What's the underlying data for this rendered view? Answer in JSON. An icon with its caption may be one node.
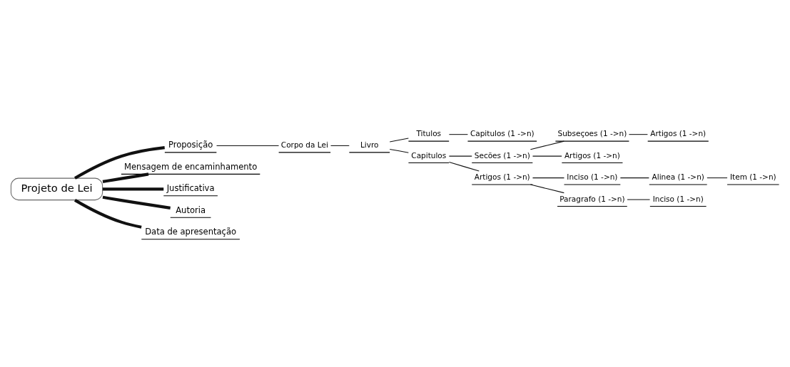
{
  "diagram": {
    "nodes": [
      {
        "text": [
          "Projeto de Lei"
        ]
      },
      {
        "text": [
          "Proposição"
        ]
      },
      {
        "text": [
          "Corpo da Lei"
        ]
      },
      {
        "text": [
          "Livro"
        ]
      },
      {
        "text": [
          "Titulos"
        ]
      },
      {
        "text": [
          "Capitulos (1 ->n)"
        ]
      },
      {
        "text": [
          "Capitulos"
        ]
      },
      {
        "text": [
          "Secões (1 ->n)"
        ]
      },
      {
        "text": [
          "Subseçoes (1 ->n)"
        ]
      },
      {
        "text": [
          "Artigos (1 ->n)"
        ]
      },
      {
        "text": [
          "Artigos (1 ->n)"
        ]
      },
      {
        "text": [
          "Artigos (1 ->n)"
        ]
      },
      {
        "text": [
          "Inciso (1 ->n)"
        ]
      },
      {
        "text": [
          "Alinea (1 ->n)"
        ]
      },
      {
        "text": [
          "Item (1 ->n)"
        ]
      },
      {
        "text": [
          "Paragrafo (1 ->n)"
        ]
      },
      {
        "text": [
          "Inciso (1 ->n)"
        ]
      },
      {
        "text": [
          "Mensagem de encaminhamento"
        ]
      },
      {
        "text": [
          "Justificativa"
        ]
      },
      {
        "text": [
          "Autoria"
        ]
      },
      {
        "text": [
          "Data de apresentação"
        ]
      }
    ],
    "edges": [
      {
        "from": 0,
        "to": 1,
        "arrow": "none",
        "style": "thick"
      },
      {
        "from": 1,
        "to": 2,
        "arrow": "none"
      },
      {
        "from": 2,
        "to": 3,
        "arrow": "none"
      },
      {
        "from": 3,
        "to": 4,
        "arrow": "none"
      },
      {
        "from": 4,
        "to": 5,
        "arrow": "none"
      },
      {
        "from": 3,
        "to": 6,
        "arrow": "none"
      },
      {
        "from": 6,
        "to": 7,
        "arrow": "none"
      },
      {
        "from": 7,
        "to": 8,
        "arrow": "none"
      },
      {
        "from": 8,
        "to": 9,
        "arrow": "none"
      },
      {
        "from": 7,
        "to": 10,
        "arrow": "none"
      },
      {
        "from": 6,
        "to": 11,
        "arrow": "none"
      },
      {
        "from": 11,
        "to": 12,
        "arrow": "none"
      },
      {
        "from": 12,
        "to": 13,
        "arrow": "none"
      },
      {
        "from": 13,
        "to": 14,
        "arrow": "none"
      },
      {
        "from": 11,
        "to": 15,
        "arrow": "none"
      },
      {
        "from": 15,
        "to": 16,
        "arrow": "none"
      },
      {
        "from": 0,
        "to": 17,
        "arrow": "none",
        "style": "thick"
      },
      {
        "from": 0,
        "to": 18,
        "arrow": "none",
        "style": "thick"
      },
      {
        "from": 0,
        "to": 19,
        "arrow": "none",
        "style": "thick"
      },
      {
        "from": 0,
        "to": 20,
        "arrow": "none",
        "style": "thick"
      }
    ]
  }
}
